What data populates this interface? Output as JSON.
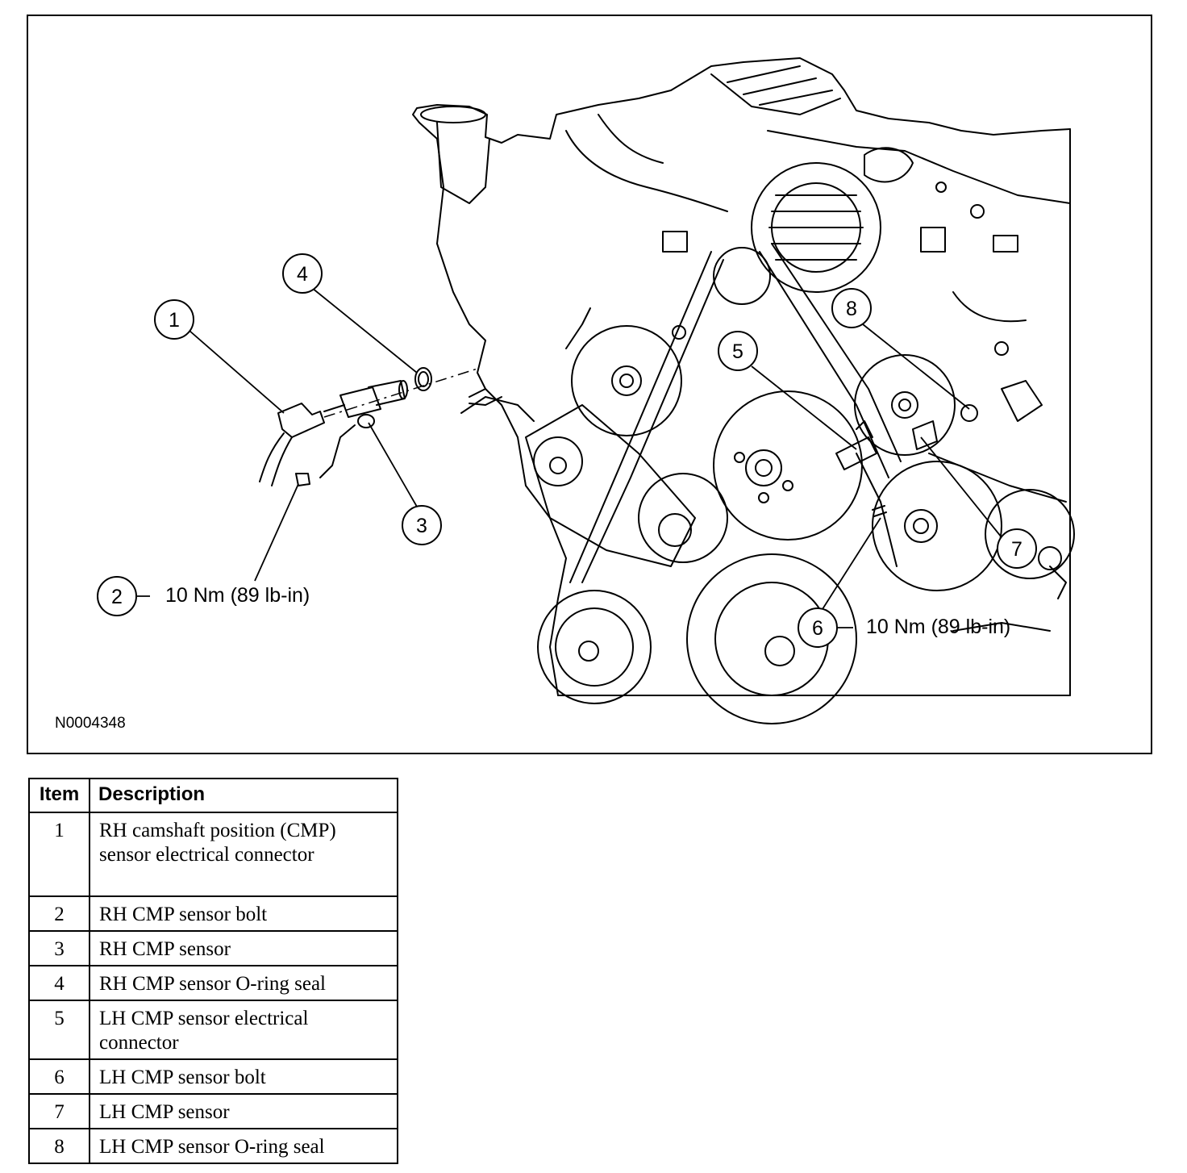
{
  "figure": {
    "id": "N0004348",
    "callouts": [
      "1",
      "2",
      "3",
      "4",
      "5",
      "6",
      "7",
      "8"
    ],
    "torque_2": "10 Nm (89 lb-in)",
    "torque_6": "10 Nm (89 lb-in)"
  },
  "legend": {
    "header": {
      "item": "Item",
      "description": "Description"
    },
    "rows": [
      {
        "item": "1",
        "description": "RH camshaft position (CMP) sensor electrical connector"
      },
      {
        "item": "2",
        "description": "RH CMP sensor bolt"
      },
      {
        "item": "3",
        "description": "RH CMP sensor"
      },
      {
        "item": "4",
        "description": "RH CMP sensor O-ring seal"
      },
      {
        "item": "5",
        "description": "LH CMP sensor electrical connector"
      },
      {
        "item": "6",
        "description": "LH CMP sensor bolt"
      },
      {
        "item": "7",
        "description": "LH CMP sensor"
      },
      {
        "item": "8",
        "description": "LH CMP sensor O-ring seal"
      }
    ]
  }
}
